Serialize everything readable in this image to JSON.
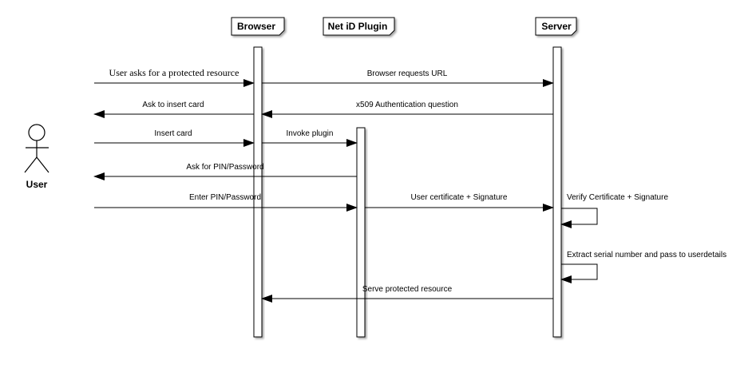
{
  "diagram": {
    "participants": {
      "user": "User",
      "browser": "Browser",
      "plugin": "Net iD Plugin",
      "server": "Server"
    },
    "messages": [
      {
        "label": "User asks for a protected resource"
      },
      {
        "label": "Browser requests URL"
      },
      {
        "label": "Ask to insert card"
      },
      {
        "label": "x509 Authentication question"
      },
      {
        "label": "Insert card"
      },
      {
        "label": "Invoke plugin"
      },
      {
        "label": "Ask for PIN/Password"
      },
      {
        "label": "Enter PIN/Password"
      },
      {
        "label": "User certificate + Signature"
      },
      {
        "label": "Verify Certificate + Signature"
      },
      {
        "label": "Extract serial number and pass to userdetails"
      },
      {
        "label": "Serve protected resource"
      }
    ]
  }
}
